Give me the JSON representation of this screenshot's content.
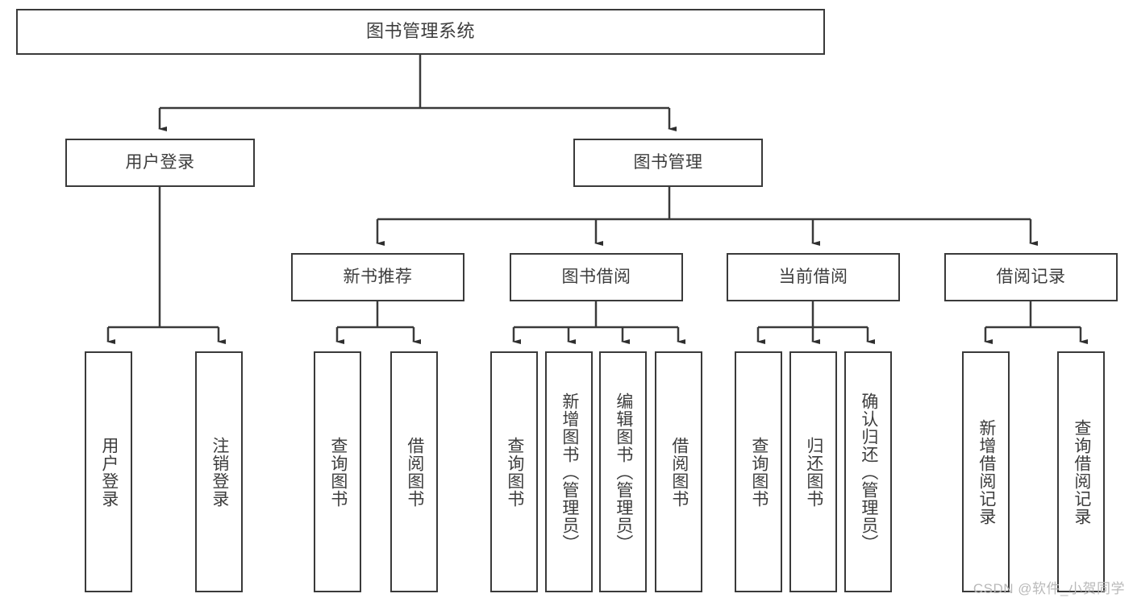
{
  "diagram": {
    "type": "tree",
    "title": "图书管理系统",
    "watermark": "CSDN @软件_小贺同学",
    "colors": {
      "box_border": "#3a3a3a",
      "box_fill": "#ffffff",
      "edge": "#3a3a3a",
      "text": "#3d3d3d",
      "watermark": "#b9b9b9",
      "background": "#ffffff"
    },
    "root": {
      "label": "图书管理系统"
    },
    "level2": [
      {
        "label": "用户登录"
      },
      {
        "label": "图书管理"
      }
    ],
    "level3": [
      {
        "label": "新书推荐"
      },
      {
        "label": "图书借阅"
      },
      {
        "label": "当前借阅"
      },
      {
        "label": "借阅记录"
      }
    ],
    "leaves": {
      "user_login": [
        {
          "label": "用户登录"
        },
        {
          "label": "注销登录"
        }
      ],
      "new_book": [
        {
          "label": "查询图书"
        },
        {
          "label": "借阅图书"
        }
      ],
      "book_borrow": [
        {
          "label": "查询图书"
        },
        {
          "label": "新增图书（管理员）"
        },
        {
          "label": "编辑图书（管理员）"
        },
        {
          "label": "借阅图书"
        }
      ],
      "current_borrow": [
        {
          "label": "查询图书"
        },
        {
          "label": "归还图书"
        },
        {
          "label": "确认归还（管理员）"
        }
      ],
      "borrow_record": [
        {
          "label": "新增借阅记录"
        },
        {
          "label": "查询借阅记录"
        }
      ]
    }
  }
}
